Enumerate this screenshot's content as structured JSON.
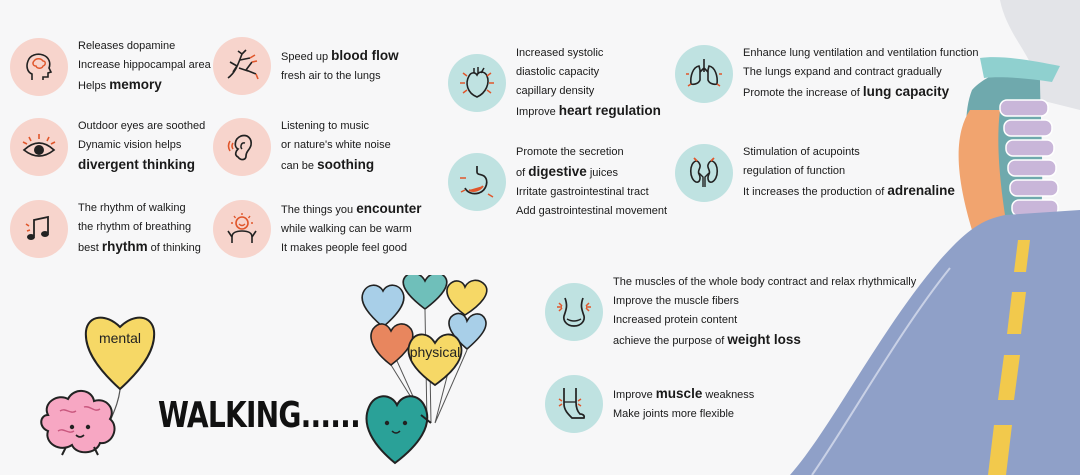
{
  "mental": {
    "items": [
      {
        "icon": "brain-head-icon",
        "lines": [
          {
            "pre": "Releases dopamine",
            "bold": "",
            "post": ""
          },
          {
            "pre": "Increase hippocampal area",
            "bold": "",
            "post": ""
          },
          {
            "pre": "Helps ",
            "bold": "memory",
            "post": ""
          }
        ]
      },
      {
        "icon": "eye-icon",
        "lines": [
          {
            "pre": "Outdoor eyes are soothed",
            "bold": "",
            "post": ""
          },
          {
            "pre": "Dynamic vision helps",
            "bold": "",
            "post": ""
          },
          {
            "pre": "",
            "bold": "divergent thinking",
            "post": ""
          }
        ]
      },
      {
        "icon": "music-note-icon",
        "lines": [
          {
            "pre": "The rhythm of walking",
            "bold": "",
            "post": ""
          },
          {
            "pre": "the rhythm of breathing",
            "bold": "",
            "post": ""
          },
          {
            "pre": "best ",
            "bold": "rhythm",
            "post": " of thinking"
          }
        ]
      },
      {
        "icon": "blood-vessels-icon",
        "lines": [
          {
            "pre": "Speed up ",
            "bold": "blood flow",
            "post": ""
          },
          {
            "pre": "fresh air to the lungs",
            "bold": "",
            "post": ""
          }
        ]
      },
      {
        "icon": "ear-icon",
        "lines": [
          {
            "pre": "Listening to music",
            "bold": "",
            "post": ""
          },
          {
            "pre": "or nature's white noise",
            "bold": "",
            "post": ""
          },
          {
            "pre": "can be ",
            "bold": "soothing",
            "post": ""
          }
        ]
      },
      {
        "icon": "happy-person-icon",
        "lines": [
          {
            "pre": "The things you ",
            "bold": "encounter",
            "post": ""
          },
          {
            "pre": "while walking can be warm",
            "bold": "",
            "post": ""
          },
          {
            "pre": "It makes people feel good",
            "bold": "",
            "post": ""
          }
        ]
      }
    ],
    "balloon_label": "mental"
  },
  "physical": {
    "items": [
      {
        "icon": "heart-organ-icon",
        "lines": [
          {
            "pre": "Increased systolic",
            "bold": "",
            "post": ""
          },
          {
            "pre": "diastolic capacity",
            "bold": "",
            "post": ""
          },
          {
            "pre": "capillary density",
            "bold": "",
            "post": ""
          },
          {
            "pre": "Improve ",
            "bold": "heart regulation",
            "post": ""
          }
        ]
      },
      {
        "icon": "stomach-icon",
        "lines": [
          {
            "pre": "Promote the secretion",
            "bold": "",
            "post": ""
          },
          {
            "pre": "of ",
            "bold": "digestive",
            "post": " juices"
          },
          {
            "pre": "Irritate gastrointestinal tract",
            "bold": "",
            "post": ""
          },
          {
            "pre": "Add gastrointestinal movement",
            "bold": "",
            "post": ""
          }
        ]
      },
      {
        "icon": "lungs-icon",
        "lines": [
          {
            "pre": "Enhance lung ventilation and ventilation function",
            "bold": "",
            "post": ""
          },
          {
            "pre": "The lungs expand and contract gradually",
            "bold": "",
            "post": ""
          },
          {
            "pre": "Promote the increase of ",
            "bold": "lung capacity",
            "post": ""
          }
        ]
      },
      {
        "icon": "kidneys-icon",
        "lines": [
          {
            "pre": "Stimulation of acupoints",
            "bold": "",
            "post": ""
          },
          {
            "pre": "regulation of function",
            "bold": "",
            "post": ""
          },
          {
            "pre": "It increases the production of ",
            "bold": "adrenaline",
            "post": ""
          }
        ]
      },
      {
        "icon": "waist-icon",
        "lines": [
          {
            "pre": "The muscles of the whole body contract and relax rhythmically",
            "bold": "",
            "post": ""
          },
          {
            "pre": "Improve the muscle fibers",
            "bold": "",
            "post": ""
          },
          {
            "pre": "Increased protein content",
            "bold": "",
            "post": ""
          },
          {
            "pre": "achieve the purpose of ",
            "bold": "weight loss",
            "post": ""
          }
        ]
      },
      {
        "icon": "leg-joint-icon",
        "lines": [
          {
            "pre": "Improve ",
            "bold": "muscle",
            "post": " weakness"
          },
          {
            "pre": "Make joints more flexible",
            "bold": "",
            "post": ""
          }
        ]
      }
    ],
    "balloon_label": "physical"
  },
  "title": "WALKING......",
  "colors": {
    "pink": "#f7d4cc",
    "teal": "#bfe2e1",
    "accent": "#e0562b",
    "road": "#8fa0c8",
    "stripe": "#f2c94c"
  }
}
